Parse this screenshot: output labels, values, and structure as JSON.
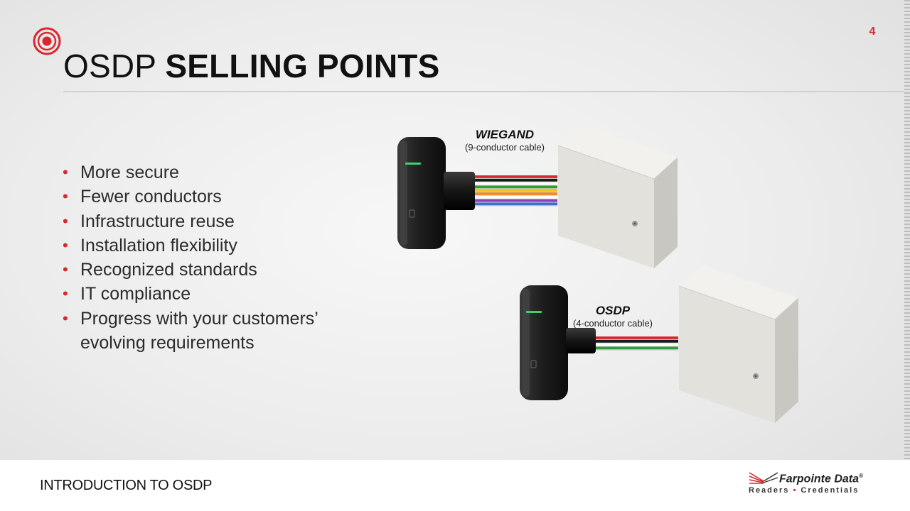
{
  "slide": {
    "page_number": "4",
    "title_light": "OSDP",
    "title_bold": "SELLING POINTS",
    "bullets": [
      "More secure",
      "Fewer conductors",
      "Infrastructure reuse",
      "Installation flexibility",
      "Recognized standards",
      "IT compliance",
      "Progress with your customers’ evolving requirements"
    ]
  },
  "diagram": {
    "wiegand": {
      "name": "WIEGAND",
      "description": "(9-conductor cable)"
    },
    "osdp": {
      "name": "OSDP",
      "description": "(4-conductor cable)"
    },
    "wiegand_wire_colors": [
      "#d7282f",
      "#1a1a1a",
      "#ffffff",
      "#2f9e3a",
      "#f0c419",
      "#f08a1c",
      "#ffffff",
      "#8e3fb5",
      "#3a6fd8"
    ],
    "osdp_wire_colors": [
      "#d7282f",
      "#1a1a1a",
      "#ffffff",
      "#2f9e3a"
    ]
  },
  "footer": {
    "text": "INTRODUCTION TO OSDP",
    "brand_name": "Farpointe Data",
    "brand_trademark": "®",
    "brand_tagline_left": "Readers",
    "brand_tagline_sep": "•",
    "brand_tagline_right": "Credentials"
  },
  "colors": {
    "accent": "#d7282f",
    "reader": "#1e1e1e",
    "panel": "#e4e2dd"
  },
  "icons": {
    "logo": "target-rings-icon",
    "brand": "radiating-lines-icon"
  }
}
